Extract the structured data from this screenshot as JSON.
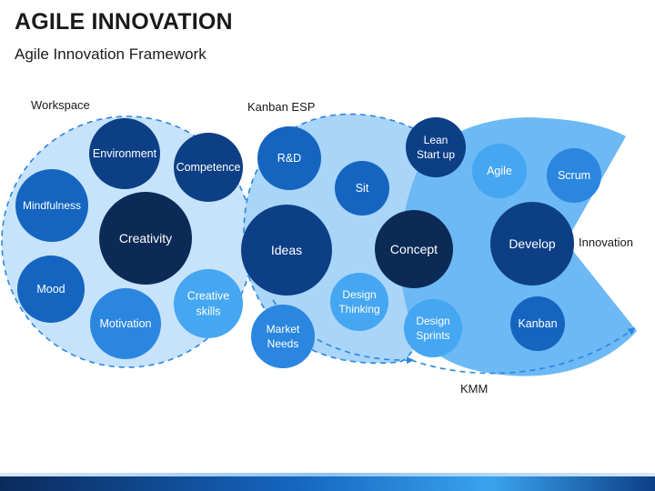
{
  "header": {
    "title": "AGILE INNOVATION",
    "subtitle": "Agile Innovation Framework"
  },
  "regions": {
    "workspace": "Workspace",
    "kanban_esp": "Kanban ESP",
    "innovation": "Innovation",
    "kmm": "KMM"
  },
  "colors": {
    "navy": "#0b2a55",
    "dark_blue": "#0d3f86",
    "mid_blue": "#1565c0",
    "bright_blue": "#2b86e0",
    "light_blue": "#45a6f2",
    "region_light": "#c6e3fb",
    "region_mid": "#a8d5f8",
    "region_strong": "#6cb9f5",
    "dash": "#2b86e0"
  },
  "circles": [
    {
      "id": "environment",
      "lines": [
        "Environment"
      ],
      "color": "dark_blue"
    },
    {
      "id": "competence",
      "lines": [
        "Competence"
      ],
      "color": "dark_blue"
    },
    {
      "id": "mindfulness",
      "lines": [
        "Mindfulness"
      ],
      "color": "mid_blue"
    },
    {
      "id": "creativity",
      "lines": [
        "Creativity"
      ],
      "color": "navy"
    },
    {
      "id": "mood",
      "lines": [
        "Mood"
      ],
      "color": "mid_blue"
    },
    {
      "id": "motivation",
      "lines": [
        "Motivation"
      ],
      "color": "bright_blue"
    },
    {
      "id": "creative-skills",
      "lines": [
        "Creative",
        "skills"
      ],
      "color": "light_blue"
    },
    {
      "id": "rnd",
      "lines": [
        "R&D"
      ],
      "color": "mid_blue"
    },
    {
      "id": "sit",
      "lines": [
        "Sit"
      ],
      "color": "mid_blue"
    },
    {
      "id": "ideas",
      "lines": [
        "Ideas"
      ],
      "color": "dark_blue"
    },
    {
      "id": "market-needs",
      "lines": [
        "Market",
        "Needs"
      ],
      "color": "bright_blue"
    },
    {
      "id": "design-thinking",
      "lines": [
        "Design",
        "Thinking"
      ],
      "color": "light_blue"
    },
    {
      "id": "lean-startup",
      "lines": [
        "Lean",
        "Start up"
      ],
      "color": "dark_blue"
    },
    {
      "id": "concept",
      "lines": [
        "Concept"
      ],
      "color": "navy"
    },
    {
      "id": "design-sprints",
      "lines": [
        "Design",
        "Sprints"
      ],
      "color": "light_blue"
    },
    {
      "id": "agile",
      "lines": [
        "Agile"
      ],
      "color": "light_blue"
    },
    {
      "id": "scrum",
      "lines": [
        "Scrum"
      ],
      "color": "bright_blue"
    },
    {
      "id": "develop",
      "lines": [
        "Develop"
      ],
      "color": "dark_blue"
    },
    {
      "id": "kanban",
      "lines": [
        "Kanban"
      ],
      "color": "mid_blue"
    }
  ]
}
